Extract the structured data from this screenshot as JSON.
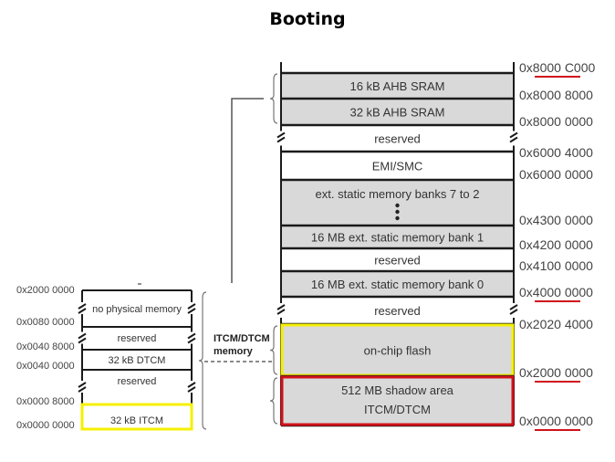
{
  "title": "Booting",
  "main_map": {
    "segments": [
      {
        "label": "16 kB AHB SRAM",
        "fill": "gray",
        "break": false
      },
      {
        "label": "32 kB AHB SRAM",
        "fill": "gray",
        "break": false
      },
      {
        "label": "reserved",
        "fill": "white",
        "break": true
      },
      {
        "label": "EMI/SMC",
        "fill": "white",
        "break": false
      },
      {
        "label": "ext. static memory banks 7 to 2",
        "fill": "gray",
        "break": false,
        "ellipsis": true
      },
      {
        "label": "16 MB ext. static memory bank 1",
        "fill": "gray",
        "break": false
      },
      {
        "label": "reserved",
        "fill": "white",
        "break": false
      },
      {
        "label": "16 MB ext. static memory bank 0",
        "fill": "gray",
        "break": false
      },
      {
        "label": "reserved",
        "fill": "white",
        "break": true
      },
      {
        "label": "on-chip flash",
        "fill": "gray",
        "highlight": "yellow"
      },
      {
        "label": "512 MB shadow area",
        "label2": "ITCM/DTCM",
        "fill": "gray",
        "highlight": "red"
      }
    ],
    "addresses": [
      {
        "text": "0x8000 C000",
        "underline": true
      },
      {
        "text": "0x8000 8000",
        "underline": false
      },
      {
        "text": "0x8000 0000",
        "underline": false
      },
      {
        "text": "0x6000 4000",
        "underline": false
      },
      {
        "text": "0x6000 0000",
        "underline": false
      },
      {
        "text": "0x4300 0000",
        "underline": false
      },
      {
        "text": "0x4200 0000",
        "underline": false
      },
      {
        "text": "0x4100 0000",
        "underline": false
      },
      {
        "text": "0x4000 0000",
        "underline": true
      },
      {
        "text": "0x2020 4000",
        "underline": false
      },
      {
        "text": "0x2000 0000",
        "underline": true
      },
      {
        "text": "0x0000 0000",
        "underline": true
      }
    ]
  },
  "tcm_map": {
    "label_line1": "ITCM/DTCM",
    "label_line2": "memory",
    "segments": [
      {
        "label": "no physical memory",
        "break": true
      },
      {
        "label": "reserved",
        "break": true
      },
      {
        "label": "32 kB    DTCM",
        "break": false
      },
      {
        "label": "reserved",
        "break": true
      },
      {
        "label": "32 kB    ITCM",
        "break": false,
        "highlight": "yellow"
      }
    ],
    "addresses": [
      "0x2000 0000",
      "0x0080 0000",
      "0x0040 8000",
      "0x0040 0000",
      "0x0000 8000",
      "0x0000 0000"
    ]
  },
  "colors": {
    "gray_fill": "#d9d9d9",
    "line": "#1a1a1a",
    "yellow": "#f5f000",
    "red": "#d0121b",
    "bracket": "#777777"
  }
}
